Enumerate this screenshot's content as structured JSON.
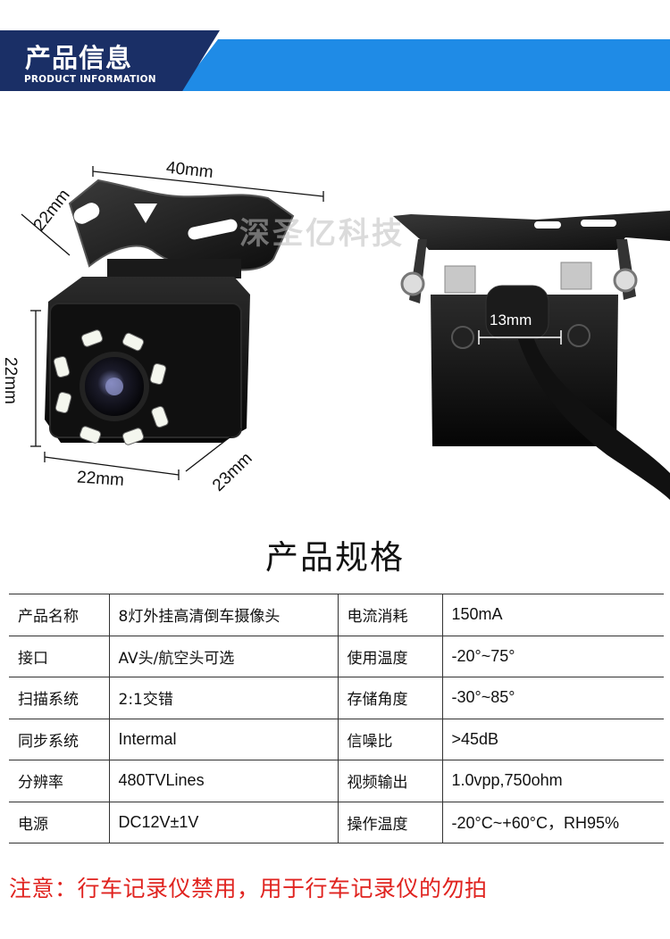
{
  "header": {
    "title": "产品信息",
    "subtitle": "PRODUCT INFORMATION"
  },
  "dimensions": {
    "top_width": "40mm",
    "top_depth": "22mm",
    "left_height": "22mm",
    "bottom_width": "22mm",
    "bottom_depth": "23mm",
    "rear_hole": "13mm"
  },
  "watermark": "深圣亿科技",
  "spec_title": "产品规格",
  "specs": [
    {
      "label1": "产品名称",
      "value1": "8灯外挂高清倒车摄像头",
      "label2": "电流消耗",
      "value2": "150mA"
    },
    {
      "label1": "接口",
      "value1": "AV头/航空头可选",
      "label2": "使用温度",
      "value2": "-20°~75°"
    },
    {
      "label1": "扫描系统",
      "value1": "2:1交错",
      "label2": "存储角度",
      "value2": "-30°~85°"
    },
    {
      "label1": "同步系统",
      "value1": "Intermal",
      "label2": "信噪比",
      "value2": ">45dB"
    },
    {
      "label1": "分辨率",
      "value1": "480TVLines",
      "label2": "视频输出",
      "value2": "1.0vpp,750ohm"
    },
    {
      "label1": "电源",
      "value1": "DC12V±1V",
      "label2": "操作温度",
      "value2": "-20°C~+60°C，RH95%"
    }
  ],
  "notice": "注意：行车记录仪禁用，用于行车记录仪的勿拍",
  "colors": {
    "banner_dark": "#1a2f66",
    "banner_blue": "#1f8be6",
    "notice_red": "#e0231f"
  }
}
